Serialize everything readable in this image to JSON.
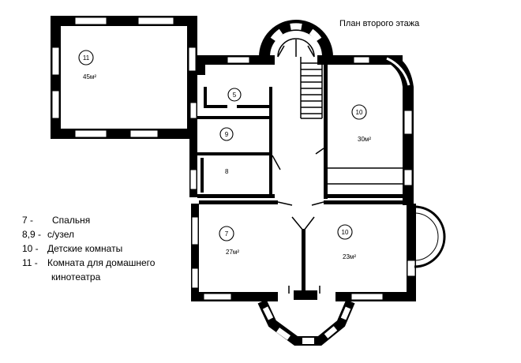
{
  "title": "План второго этажа",
  "rooms": [
    {
      "id": "room-11",
      "number": "11",
      "area": "45м²"
    },
    {
      "id": "room-5",
      "number": "5",
      "area": ""
    },
    {
      "id": "room-9",
      "number": "9",
      "area": ""
    },
    {
      "id": "room-8",
      "number": "8",
      "area": ""
    },
    {
      "id": "room-10-top",
      "number": "10",
      "area": "30м²"
    },
    {
      "id": "room-7",
      "number": "7",
      "area": "27м²"
    },
    {
      "id": "room-10-bottom",
      "number": "10",
      "area": "23м²"
    }
  ],
  "legend": [
    {
      "number": "7 -",
      "text": "Спальня"
    },
    {
      "number": "8,9 -",
      "text": "с/узел"
    },
    {
      "number": "10 -",
      "text": "Детские комнаты"
    },
    {
      "number": "11 -",
      "text": "Комната для домашнего"
    },
    {
      "number": "",
      "text": "кинотеатра"
    }
  ]
}
